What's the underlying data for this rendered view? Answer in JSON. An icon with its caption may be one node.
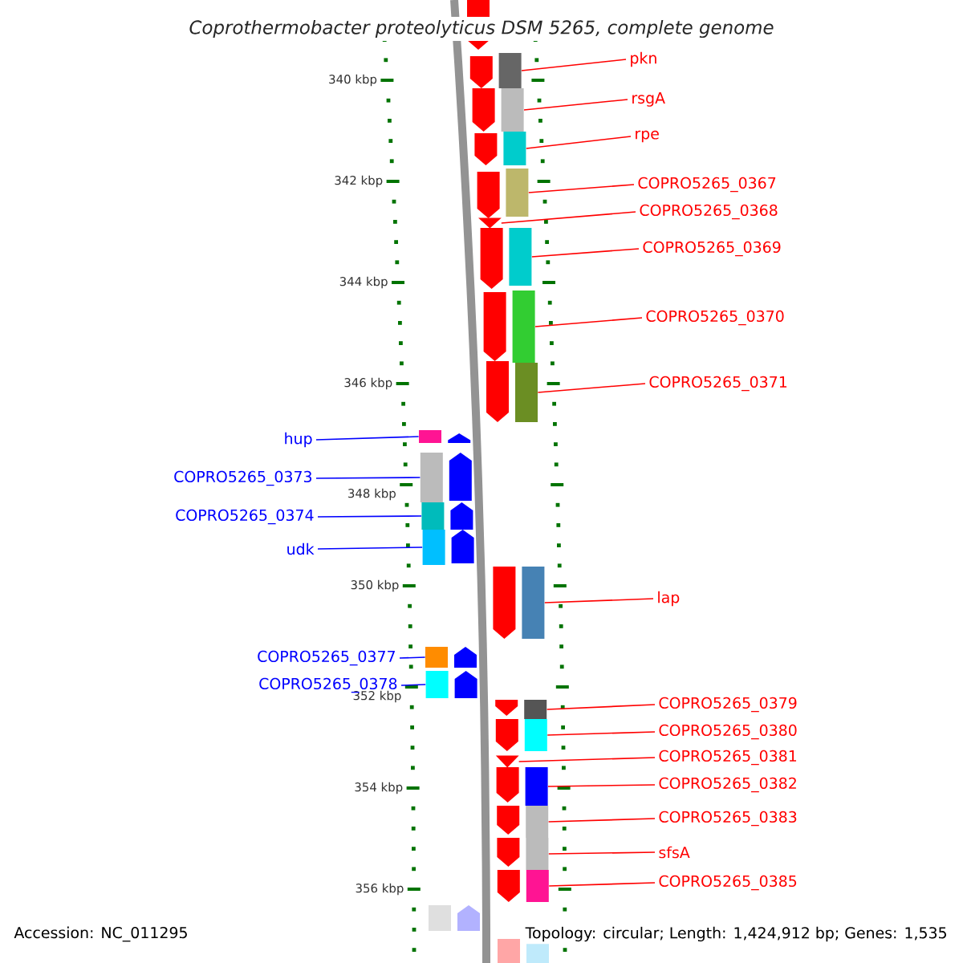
{
  "diagram": {
    "title": "Coprothermobacter proteolyticus DSM 5265, complete genome",
    "nodes": [
      {
        "text": [
          "pkn"
        ]
      },
      {
        "text": [
          "rsgA"
        ]
      },
      {
        "text": [
          "rpe"
        ]
      },
      {
        "text": [
          "COPRO5265_0367"
        ]
      },
      {
        "text": [
          "COPRO5265_0368"
        ]
      },
      {
        "text": [
          "COPRO5265_0369"
        ]
      },
      {
        "text": [
          "COPRO5265_0370"
        ]
      },
      {
        "text": [
          "COPRO5265_0371"
        ]
      },
      {
        "text": [
          "hup"
        ]
      },
      {
        "text": [
          "COPRO5265_0373"
        ]
      },
      {
        "text": [
          "COPRO5265_0374"
        ]
      },
      {
        "text": [
          "udk"
        ]
      },
      {
        "text": [
          "lap"
        ]
      },
      {
        "text": [
          "COPRO5265_0377"
        ]
      },
      {
        "text": [
          "COPRO5265_0378"
        ]
      },
      {
        "text": [
          "COPRO5265_0379"
        ]
      },
      {
        "text": [
          "COPRO5265_0380"
        ]
      },
      {
        "text": [
          "COPRO5265_0381"
        ]
      },
      {
        "text": [
          "COPRO5265_0382"
        ]
      },
      {
        "text": [
          "COPRO5265_0383"
        ]
      },
      {
        "text": [
          "sfsA"
        ]
      },
      {
        "text": [
          "COPRO5265_0385"
        ]
      },
      {
        "text": [],
        "shape": "box"
      },
      {
        "text": [],
        "shape": "box"
      },
      {
        "text": [],
        "shape": "box"
      },
      {
        "text": [],
        "shape": "box"
      },
      {
        "text": [],
        "shape": "arrow"
      },
      {
        "text": [],
        "shape": "box"
      },
      {
        "text": [],
        "shape": "box"
      },
      {
        "text": [],
        "shape": "box"
      },
      {
        "text": [],
        "shape": "box"
      },
      {
        "text": [],
        "shape": "box"
      },
      {
        "text": [],
        "shape": "box"
      },
      {
        "text": [],
        "shape": "box"
      },
      {
        "text": [],
        "shape": "box"
      },
      {
        "text": [],
        "shape": "box"
      },
      {
        "text": [],
        "shape": "box"
      },
      {
        "text": [],
        "shape": "box"
      },
      {
        "text": [],
        "shape": "box"
      },
      {
        "text": [],
        "shape": "arrow"
      },
      {
        "text": [],
        "shape": "box"
      },
      {
        "text": [],
        "shape": "box"
      },
      {
        "text": [],
        "shape": "box"
      },
      {
        "text": [],
        "shape": "box"
      }
    ],
    "edges": [
      {
        "from": 0,
        "to": 22,
        "arrow": "none"
      },
      {
        "from": 1,
        "to": 23,
        "arrow": "none"
      },
      {
        "from": 2,
        "to": 24,
        "arrow": "none"
      },
      {
        "from": 3,
        "to": 25,
        "arrow": "none"
      },
      {
        "from": 4,
        "to": 26,
        "arrow": "none"
      },
      {
        "from": 5,
        "to": 27,
        "arrow": "none"
      },
      {
        "from": 6,
        "to": 28,
        "arrow": "none"
      },
      {
        "from": 7,
        "to": 29,
        "arrow": "none"
      },
      {
        "from": 8,
        "to": 30,
        "arrow": "none",
        "color": "#0000ff"
      },
      {
        "from": 9,
        "to": 31,
        "arrow": "none",
        "color": "#0000ff"
      },
      {
        "from": 10,
        "to": 32,
        "arrow": "none",
        "color": "#0000ff"
      },
      {
        "from": 11,
        "to": 33,
        "arrow": "none",
        "color": "#0000ff"
      },
      {
        "from": 12,
        "to": 34,
        "arrow": "none"
      },
      {
        "from": 13,
        "to": 35,
        "arrow": "none",
        "color": "#0000ff"
      },
      {
        "from": 14,
        "to": 36,
        "arrow": "none",
        "color": "#0000ff"
      },
      {
        "from": 15,
        "to": 37,
        "arrow": "none"
      },
      {
        "from": 16,
        "to": 38,
        "arrow": "none"
      },
      {
        "from": 17,
        "to": 39,
        "arrow": "none"
      },
      {
        "from": 18,
        "to": 40,
        "arrow": "none"
      },
      {
        "from": 19,
        "to": 41,
        "arrow": "none"
      },
      {
        "from": 20,
        "to": 42,
        "arrow": "none"
      },
      {
        "from": 21,
        "to": 43,
        "arrow": "none"
      }
    ],
    "labels": [
      "340 kbp",
      "342 kbp",
      "344 kbp",
      "346 kbp",
      "348 kbp",
      "350 kbp",
      "352 kbp",
      "354 kbp",
      "356 kbp",
      "Accession: NC_011295",
      "Topology: circular; Length: 1,424,912 bp; Genes: 1,535"
    ]
  }
}
